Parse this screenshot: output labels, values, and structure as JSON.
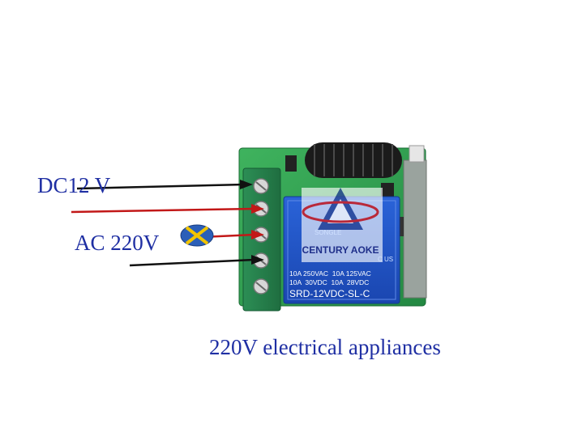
{
  "labels": {
    "dc": "DC12 V",
    "ac": "AC 220V",
    "appliance": "220V electrical appliances"
  },
  "relay": {
    "brand": "SONGLE",
    "rating_line1": "10A 250VAC  10A 125VAC",
    "rating_line2": "10A  30VDC  10A  28VDC",
    "model": "SRD-12VDC-SL-C",
    "cert": "C US"
  },
  "watermark": {
    "text": "CENTURY AOKE"
  },
  "colors": {
    "board": "#2f9e4f",
    "terminal": "#2e8b57",
    "relay": "#1f4fc4",
    "wire_black": "#111111",
    "wire_red": "#c21818",
    "lamp": "#2b5fb8",
    "lamp_cross": "#f2c400",
    "label_text": "#1f2fa3"
  },
  "icons": {
    "lamp": "light-bulb-icon",
    "antenna": "coil-antenna-icon"
  }
}
